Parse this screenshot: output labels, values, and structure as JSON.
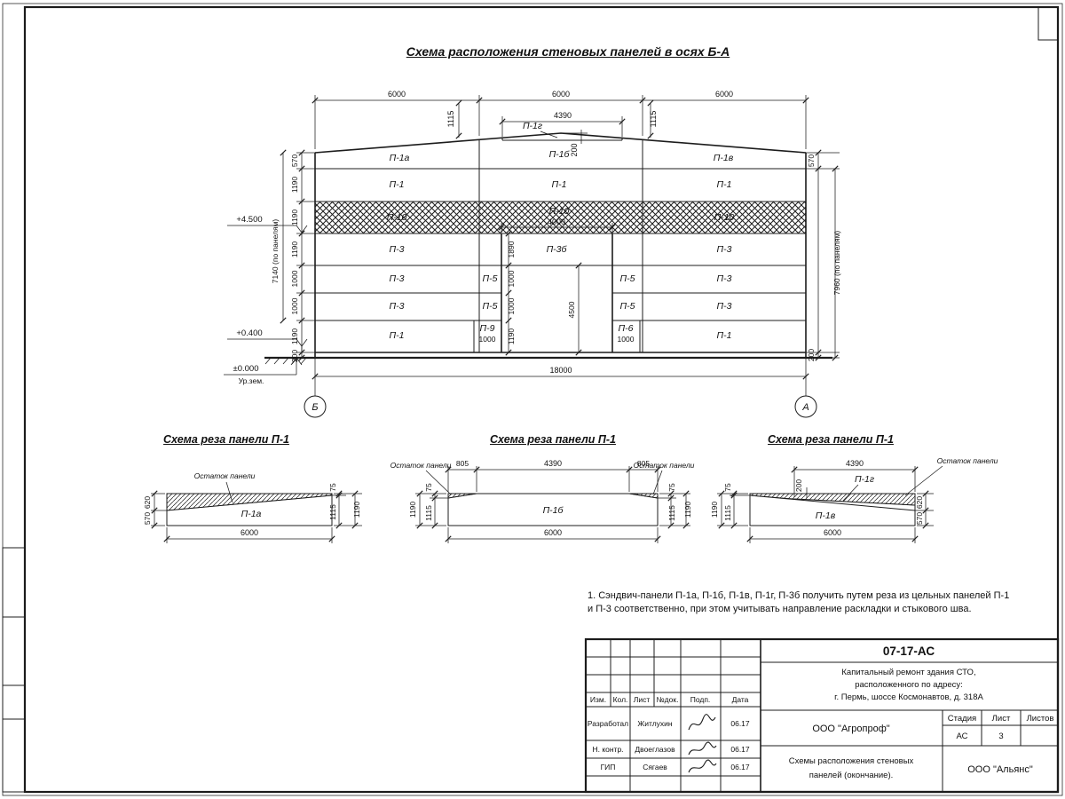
{
  "sheet": {
    "title": "Схема расположения стеновых панелей в осях Б-А"
  },
  "colors": {
    "line": "#1c1c1c",
    "hatch_green": "#5c7f72"
  },
  "elevation": {
    "top_dims": [
      "6000",
      "6000",
      "6000"
    ],
    "dim_4390": "4390",
    "dim_1115_left": "1115",
    "dim_1115_right": "1115",
    "dim_200_ridge": "200",
    "p1g": "П-1г",
    "row_top": [
      "П-1а",
      "П-1б",
      "П-1в"
    ],
    "row_p1_upper": [
      "П-1",
      "П-1",
      "П-1"
    ],
    "row_p10": [
      "П-10",
      "П-10",
      "П-10"
    ],
    "dim_4000": "4000",
    "row_p3": [
      "П-3",
      "П-3б",
      "П-3"
    ],
    "row_5": [
      "П-3",
      "П-5",
      "П-5",
      "П-3"
    ],
    "row_6": [
      "П-3",
      "П-5",
      "П-5",
      "П-3"
    ],
    "row_bottom": [
      "П-1",
      "П-9",
      "П-6",
      "П-1"
    ],
    "dim_p9_1000": "1000",
    "dim_p6_1000": "1000",
    "left_chain": [
      "570",
      "1190",
      "1190",
      "1190",
      "1000",
      "1000",
      "1190",
      "200"
    ],
    "left_total": "7140 (по панелям)",
    "right_570": "570",
    "right_total": "7960 (по панелям)",
    "right_200": "200",
    "door_chain": [
      "1890",
      "1000",
      "1000",
      "1190"
    ],
    "dim_4500": "4500",
    "dim_18000": "18000",
    "axis_left": "Б",
    "axis_right": "А",
    "level_top": "+4.500",
    "level_mid": "+0.400",
    "level_zero": "±0.000",
    "ground_label": "Ур.зем."
  },
  "cut_schemes": {
    "s1": {
      "title": "Схема реза панели П-1",
      "rest": "Остаток панели",
      "panel": "П-1а",
      "d620": "620",
      "d570": "570",
      "d75": "75",
      "d1115": "1115",
      "d1190": "1190",
      "d6000": "6000"
    },
    "s2": {
      "title": "Схема реза панели П-1",
      "rest_left": "Остаток панели",
      "rest_right": "Остаток панели",
      "panel": "П-1б",
      "d805_left": "805",
      "d4390": "4390",
      "d805_right": "805",
      "l75": "75",
      "l1115": "1115",
      "l1190": "1190",
      "r75": "75",
      "r1115": "1115",
      "r1190": "1190",
      "d6000": "6000"
    },
    "s3": {
      "title": "Схема реза панели П-1",
      "rest": "Остаток панели",
      "panel": "П-1в",
      "p1g": "П-1г",
      "d4390": "4390",
      "d200": "200",
      "l1190": "1190",
      "l1115": "1115",
      "l75": "75",
      "r620": "620",
      "r570": "570",
      "d6000": "6000"
    }
  },
  "notes": "1. Сэндвич-панели П-1а, П-1б, П-1в, П-1г, П-3б получить путем реза из цельных панелей П-1 и П-3 соответственно, при этом учитывать направление раскладки и стыкового шва.",
  "title_block": {
    "doc_number": "07-17-АС",
    "project": [
      "Капитальный ремонт здания СТО,",
      "расположенного по адресу:",
      "г. Пермь, шоссе Космонавтов, д. 318А"
    ],
    "contractor": "ООО \"Агропроф\"",
    "stage_header": "Стадия",
    "sheet_header": "Лист",
    "sheets_header": "Листов",
    "stage": "АС",
    "sheet_no": "3",
    "sheets_total": "",
    "sheet_name": [
      "Схемы расположения стеновых",
      "панелей (окончание)."
    ],
    "owner": "ООО \"Альянс\"",
    "columns": [
      "Изм.",
      "Кол.",
      "Лист",
      "№док.",
      "Подп.",
      "Дата"
    ],
    "rows": [
      {
        "role": "Разработал",
        "name": "Житлухин",
        "date": "06.17"
      },
      {
        "role": "Н. контр.",
        "name": "Двоеглазов",
        "date": "06.17"
      },
      {
        "role": "ГИП",
        "name": "Сягаев",
        "date": "06.17"
      }
    ]
  }
}
